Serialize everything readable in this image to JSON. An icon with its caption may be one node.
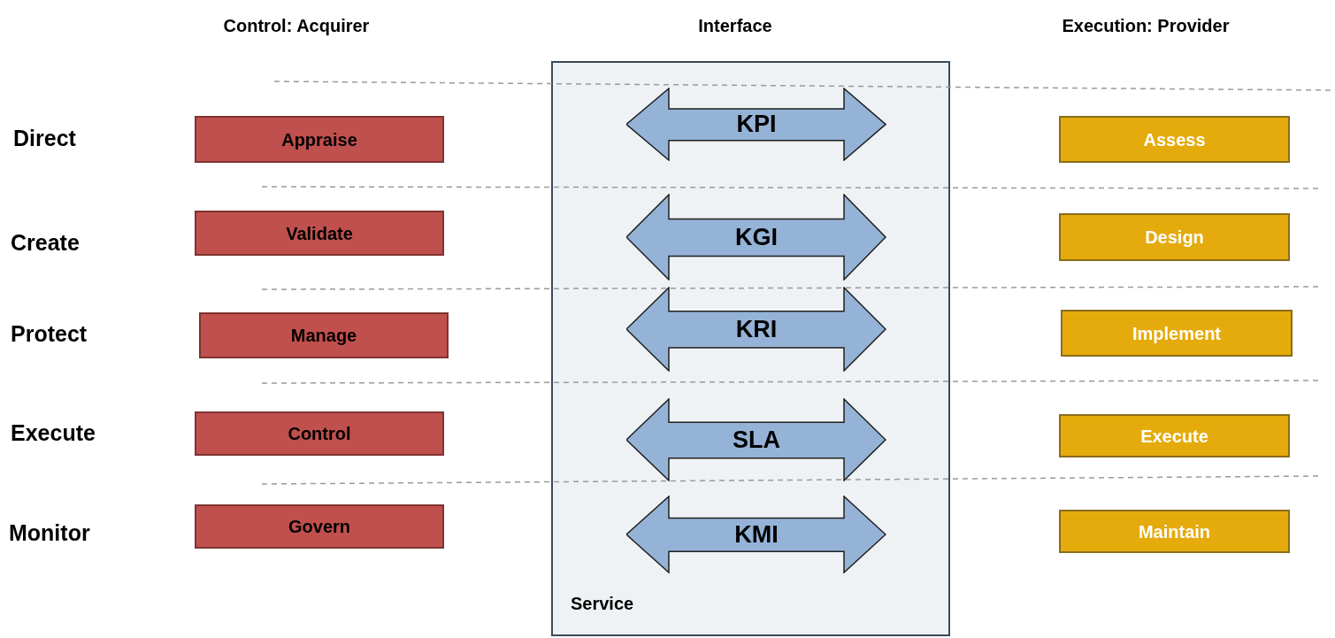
{
  "diagram": {
    "nodes": [
      {
        "text": [
          "Service"
        ]
      },
      {
        "text": [
          "KPI"
        ],
        "in": 0
      },
      {
        "text": [
          "KGI"
        ],
        "in": 0
      },
      {
        "text": [
          "KRI"
        ],
        "in": 0
      },
      {
        "text": [
          "SLA"
        ],
        "in": 0
      },
      {
        "text": [
          "KMI"
        ],
        "in": 0
      },
      {
        "text": [
          "Appraise"
        ]
      },
      {
        "text": [
          "Validate"
        ]
      },
      {
        "text": [
          "Manage"
        ]
      },
      {
        "text": [
          "Control"
        ]
      },
      {
        "text": [
          "Govern"
        ]
      },
      {
        "text": [
          "Assess"
        ]
      },
      {
        "text": [
          "Design"
        ]
      },
      {
        "text": [
          "Implement"
        ]
      },
      {
        "text": [
          "Execute"
        ]
      },
      {
        "text": [
          "Maintain"
        ]
      }
    ],
    "labels": [
      "Control: Acquirer",
      "Interface",
      "Execution: Provider",
      "Direct",
      "Create",
      "Protect",
      "Execute",
      "Monitor"
    ]
  }
}
